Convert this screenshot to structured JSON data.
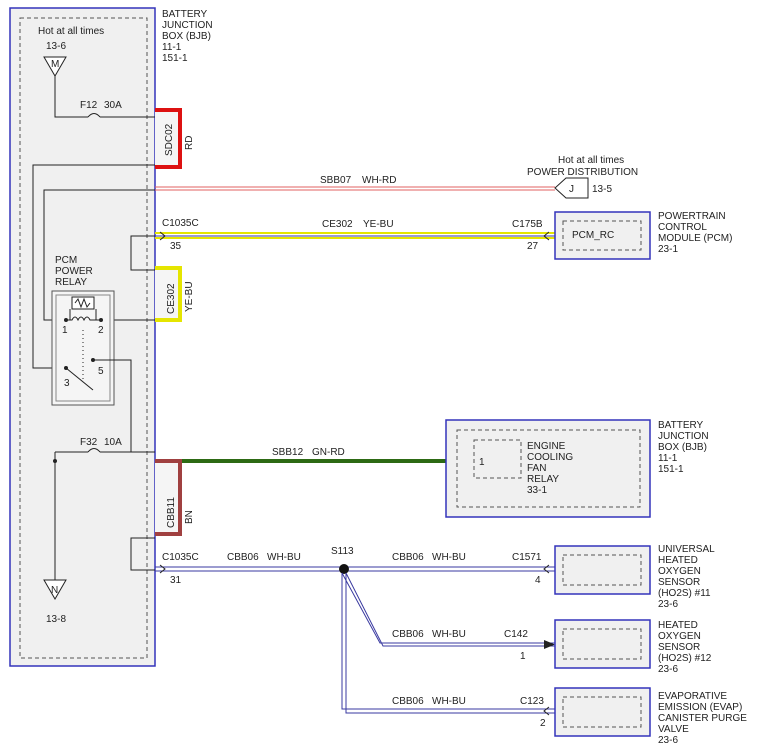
{
  "bjb_top": {
    "lines": [
      "BATTERY",
      "JUNCTION",
      "BOX (BJB)",
      "11-1",
      "151-1"
    ]
  },
  "hot_at_all_times": "Hot at all times",
  "connector_m": {
    "ref": "13-6",
    "letter": "M"
  },
  "connector_n": {
    "ref": "13-8",
    "letter": "N"
  },
  "fuse_f12": {
    "name": "F12",
    "rating": "30A"
  },
  "fuse_f32": {
    "name": "F32",
    "rating": "10A"
  },
  "wire_sdc02": {
    "code": "SDC02",
    "color": "RD",
    "hex": "#dd1111"
  },
  "wire_sbb07": {
    "code": "SBB07",
    "color": "WH-RD",
    "hex": "#e06060"
  },
  "power_distribution": {
    "hot": "Hot at all times",
    "title": "POWER DISTRIBUTION",
    "letter": "J",
    "ref": "13-5"
  },
  "c1035c_top": {
    "name": "C1035C",
    "pin": "35"
  },
  "wire_ce302": {
    "code": "CE302",
    "color": "YE-BU",
    "hex": "#e5e500"
  },
  "c175b": {
    "name": "C175B",
    "pin": "27"
  },
  "pcm_module": {
    "inner": "PCM_RC",
    "lines": [
      "POWERTRAIN",
      "CONTROL",
      "MODULE (PCM)",
      "23-1"
    ]
  },
  "pcm_relay": {
    "lines": [
      "PCM",
      "POWER",
      "RELAY"
    ],
    "pins": [
      "1",
      "2",
      "3",
      "5"
    ]
  },
  "wire_sbb12": {
    "code": "SBB12",
    "color": "GN-RD",
    "hex": "#2d6a14"
  },
  "ecf_relay": {
    "pin": "1",
    "lines": [
      "ENGINE",
      "COOLING",
      "FAN",
      "RELAY",
      "33-1"
    ]
  },
  "bjb_right": {
    "lines": [
      "BATTERY",
      "JUNCTION",
      "BOX (BJB)",
      "11-1",
      "151-1"
    ]
  },
  "wire_cbb11": {
    "code": "CBB11",
    "color": "BN",
    "hex": "#a04040"
  },
  "c1035c_bottom": {
    "name": "C1035C",
    "pin": "31"
  },
  "splice": "S113",
  "wire_cbb06": {
    "code": "CBB06",
    "color": "WH-BU",
    "hex": "#3a3aa0"
  },
  "c1571": {
    "name": "C1571",
    "pin": "4"
  },
  "c142": {
    "name": "C142",
    "pin": "1"
  },
  "c123": {
    "name": "C123",
    "pin": "2"
  },
  "ho2s_11": {
    "lines": [
      "UNIVERSAL",
      "HEATED",
      "OXYGEN",
      "SENSOR",
      "(HO2S) #11",
      "23-6"
    ]
  },
  "ho2s_12": {
    "lines": [
      "HEATED",
      "OXYGEN",
      "SENSOR",
      "(HO2S) #12",
      "23-6"
    ]
  },
  "evap": {
    "lines": [
      "EVAPORATIVE",
      "EMISSION (EVAP)",
      "CANISTER PURGE",
      "VALVE",
      "23-6"
    ]
  }
}
